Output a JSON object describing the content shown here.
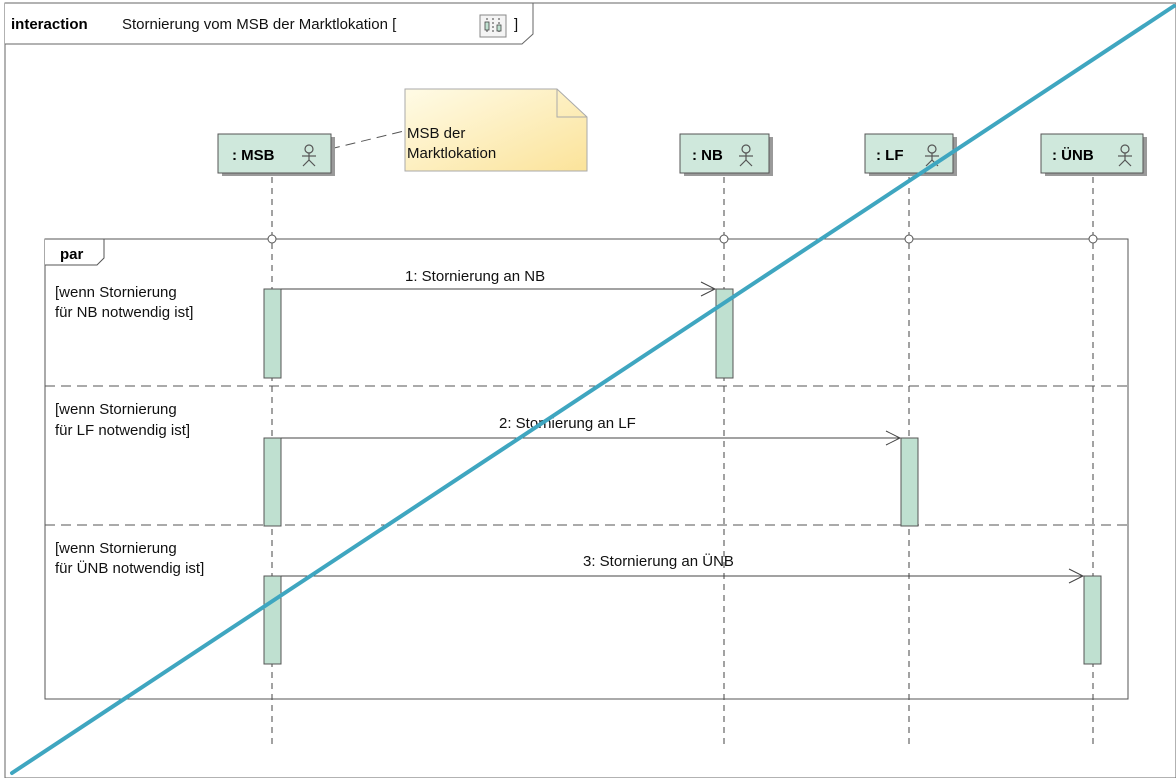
{
  "frame": {
    "keyword": "interaction",
    "title": "Stornierung vom MSB der Marktlokation [",
    "title_close": "]",
    "diagram_icon": "sequence-diagram-icon"
  },
  "note": {
    "line1": "MSB der",
    "line2": "Marktlokation"
  },
  "lifelines": [
    {
      "label": ": MSB",
      "icon": "actor-icon"
    },
    {
      "label": ": NB",
      "icon": "actor-icon"
    },
    {
      "label": ": LF",
      "icon": "actor-icon"
    },
    {
      "label": ": ÜNB",
      "icon": "actor-icon"
    }
  ],
  "fragment": {
    "operator": "par",
    "operands": [
      {
        "guard_line1": "[wenn Stornierung",
        "guard_line2": "für NB notwendig ist]"
      },
      {
        "guard_line1": "[wenn Stornierung",
        "guard_line2": "für LF notwendig ist]"
      },
      {
        "guard_line1": "[wenn Stornierung",
        "guard_line2": "für ÜNB notwendig ist]"
      }
    ]
  },
  "messages": [
    {
      "label": "1:  Stornierung an NB"
    },
    {
      "label": "2:  Stornierung an LF"
    },
    {
      "label": "3:  Stornierung an ÜNB"
    }
  ],
  "colors": {
    "lifeline_fill": "#cfe8dc",
    "activation_fill": "#bfe0d0",
    "note_fill": "#fff3c4",
    "strike_line": "#3fa6c0"
  }
}
